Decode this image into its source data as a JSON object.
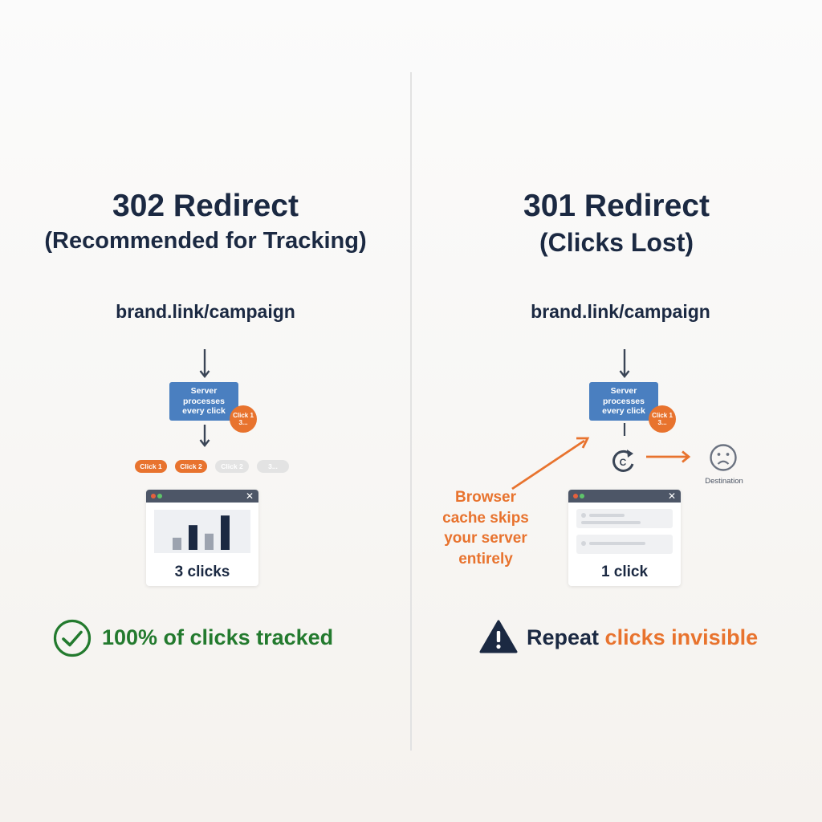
{
  "left": {
    "title": "302 Redirect",
    "subtitle": "(Recommended for Tracking)",
    "url": "brand.link/campaign",
    "server_lines": [
      "Server",
      "processes",
      "every click"
    ],
    "badge_lines": [
      "Click 1",
      "3..."
    ],
    "click_pills": [
      "Click 1",
      "Click 2",
      "Click 2",
      "3..."
    ],
    "window_caption": "3 clicks",
    "bar_values": [
      0.33,
      0.67,
      0.44,
      0.93
    ],
    "status": "100% of clicks tracked"
  },
  "right": {
    "title": "301 Redirect",
    "subtitle": "(Clicks Lost)",
    "url": "brand.link/campaign",
    "server_lines": [
      "Server",
      "processes",
      "every click"
    ],
    "badge_lines": [
      "Click 1",
      "3..."
    ],
    "cache_note_lines": [
      "Browser",
      "cache skips",
      "your server",
      "entirely"
    ],
    "destination_label": "Destination",
    "window_caption": "1 click",
    "status_part1": "Repeat",
    "status_part2": "clicks invisible"
  },
  "colors": {
    "navy": "#1b2942",
    "server_blue": "#4a7fc0",
    "orange": "#e8732e",
    "green": "#237a2e",
    "window_bar": "#4d5667"
  },
  "icons": [
    "check-circle-icon",
    "warning-icon",
    "refresh-icon",
    "sad-face-icon",
    "close-icon",
    "arrow-down-icon",
    "arrow-right-icon"
  ]
}
